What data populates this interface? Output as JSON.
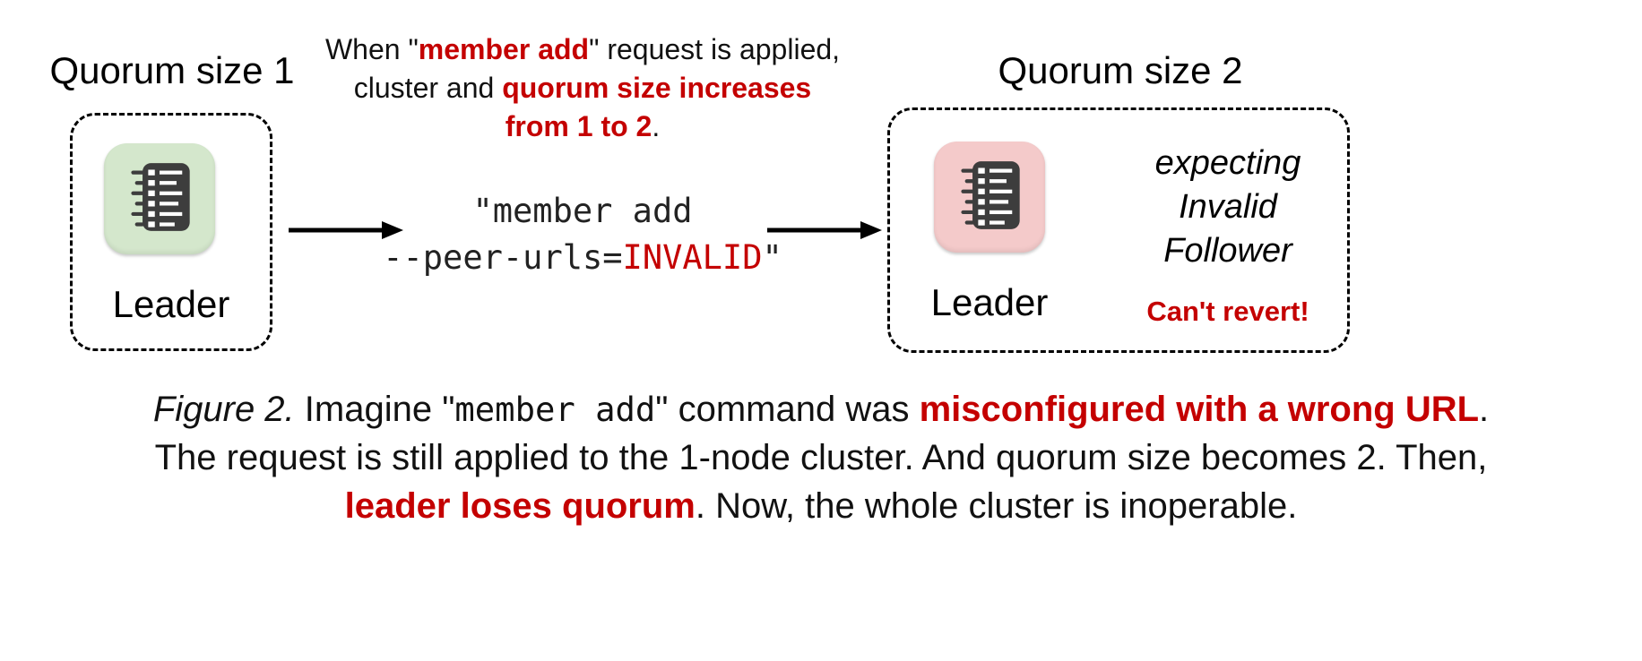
{
  "left_cluster": {
    "title": "Quorum size 1",
    "node_label": "Leader"
  },
  "right_cluster": {
    "title": "Quorum size 2",
    "node_label": "Leader",
    "expecting_lines": [
      "expecting",
      "Invalid",
      "Follower"
    ],
    "warning": "Can't revert!"
  },
  "annotation_lines": [
    [
      {
        "t": "When \""
      },
      {
        "t": "member add",
        "c": "em-red"
      },
      {
        "t": "\" request is applied,"
      }
    ],
    [
      {
        "t": "cluster and "
      },
      {
        "t": "quorum size increases",
        "c": "em-red"
      }
    ],
    [
      {
        "t": "from 1 to 2",
        "c": "em-red"
      },
      {
        "t": "."
      }
    ]
  ],
  "command_lines": [
    [
      {
        "t": "\"member add"
      }
    ],
    [
      {
        "t": "--peer-urls="
      },
      {
        "t": "INVALID",
        "c": "code-red"
      },
      {
        "t": "\""
      }
    ]
  ],
  "caption_lines": [
    [
      {
        "t": "Figure 2.",
        "c": "fig-label"
      },
      {
        "t": " Imagine \""
      },
      {
        "t": "member add",
        "c": "code"
      },
      {
        "t": "\" command was "
      },
      {
        "t": "misconfigured with a wrong URL",
        "c": "em-red"
      },
      {
        "t": "."
      }
    ],
    [
      {
        "t": "The request is still applied to the 1-node cluster. And quorum size becomes 2. Then,"
      }
    ],
    [
      {
        "t": "leader loses quorum",
        "c": "em-red"
      },
      {
        "t": ". Now, the whole cluster is inoperable."
      }
    ]
  ],
  "icons": {
    "node_icon": "raft-log-icon",
    "arrow_icon": "arrow-right-icon"
  },
  "colors": {
    "accent_red": "#c40000",
    "leader_ok_bg": "#d4e7cc",
    "leader_bad_bg": "#f4caca"
  }
}
